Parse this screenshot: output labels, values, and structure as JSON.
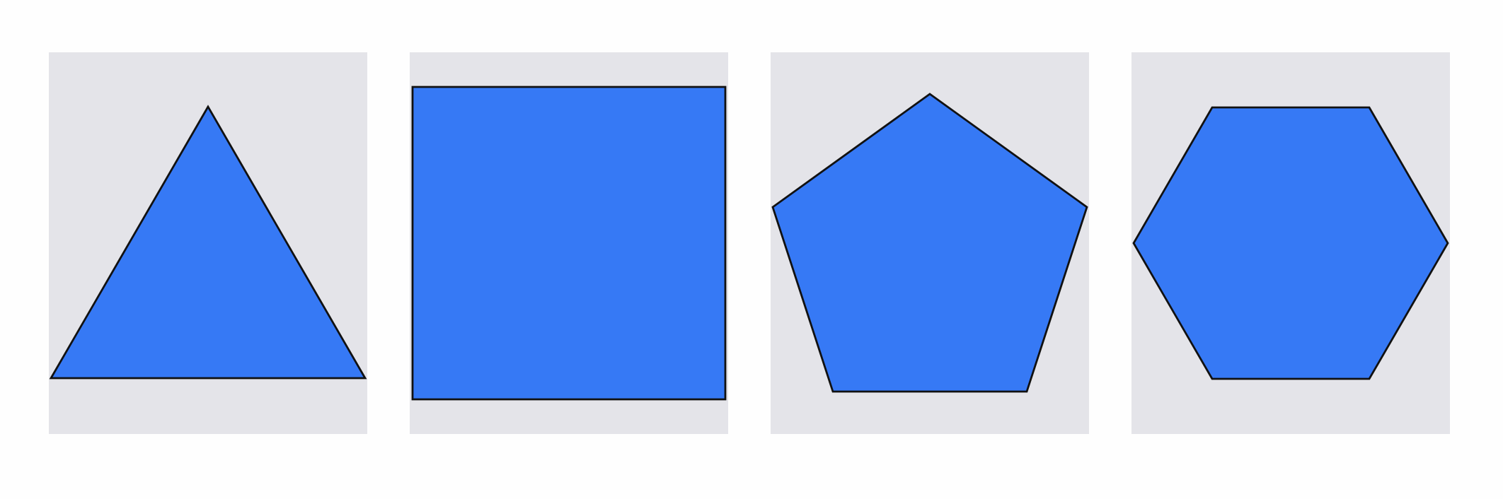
{
  "colors": {
    "page_background": "#fefefe",
    "panel_background": "#e4e4e9",
    "shape_fill": "#3679f5",
    "shape_stroke": "#111111"
  },
  "panels": [
    {
      "shape": "triangle",
      "sides": 3
    },
    {
      "shape": "square",
      "sides": 4
    },
    {
      "shape": "pentagon",
      "sides": 5
    },
    {
      "shape": "hexagon",
      "sides": 6
    }
  ]
}
